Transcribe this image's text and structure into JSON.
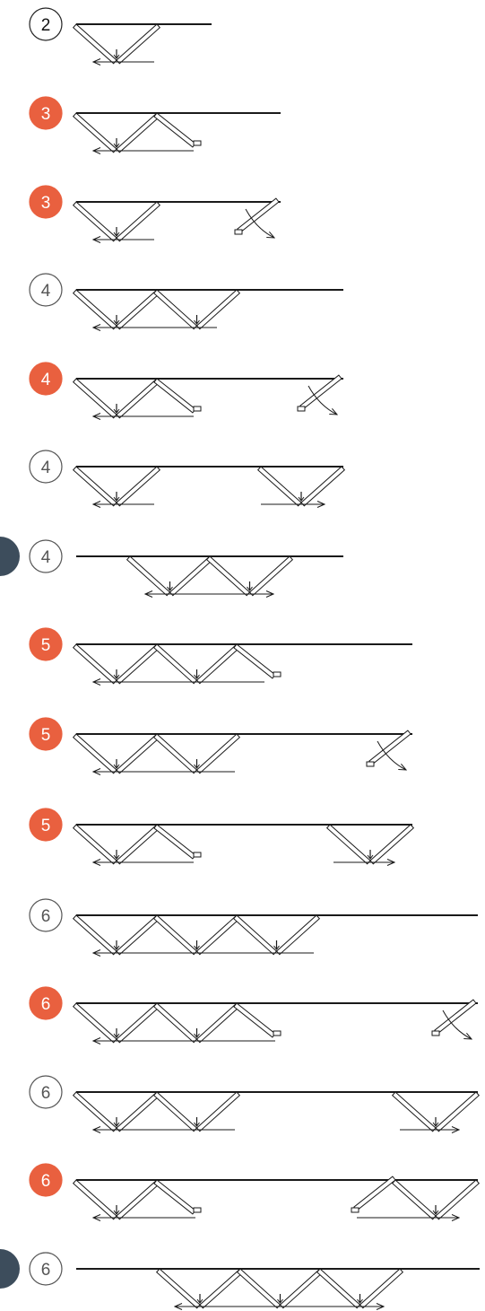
{
  "colors": {
    "accent": "#E9603F",
    "outline": "#555555",
    "line": "#1a1a1a",
    "marker": "#3d4d5c",
    "panel_fill": "#ffffff"
  },
  "icons": {
    "slide_arrow": "arrow-icon",
    "swing_door": "swing-arrow-icon",
    "handle": "handle-icon"
  },
  "configurations": [
    {
      "panels": "2",
      "badge_style": "outlined-dark"
    },
    {
      "panels": "3",
      "badge_style": "filled"
    },
    {
      "panels": "3",
      "badge_style": "filled"
    },
    {
      "panels": "4",
      "badge_style": "outlined"
    },
    {
      "panels": "4",
      "badge_style": "filled"
    },
    {
      "panels": "4",
      "badge_style": "outlined"
    },
    {
      "panels": "4",
      "badge_style": "outlined",
      "marker": true
    },
    {
      "panels": "5",
      "badge_style": "filled"
    },
    {
      "panels": "5",
      "badge_style": "filled"
    },
    {
      "panels": "5",
      "badge_style": "filled"
    },
    {
      "panels": "6",
      "badge_style": "outlined"
    },
    {
      "panels": "6",
      "badge_style": "filled"
    },
    {
      "panels": "6",
      "badge_style": "outlined"
    },
    {
      "panels": "6",
      "badge_style": "filled"
    },
    {
      "panels": "6",
      "badge_style": "outlined",
      "marker": true
    }
  ]
}
